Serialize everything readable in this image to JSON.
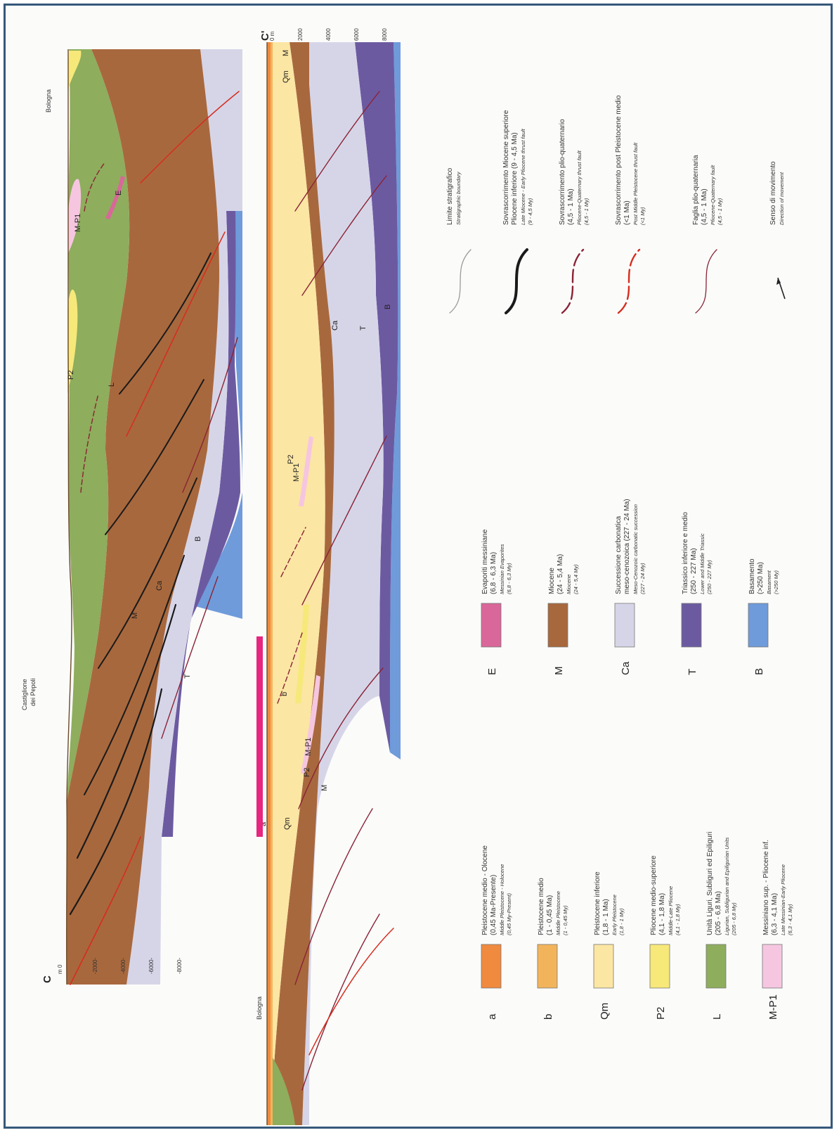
{
  "sections": {
    "upper": {
      "start_label": "C",
      "end_label": "",
      "depth_ticks": [
        "m 0",
        "-2000-",
        "-4000-",
        "-6000-",
        "-8000-"
      ],
      "places": [
        {
          "name": "Castiglione",
          "name2": "dei Pepoli"
        },
        {
          "name": "Bologna",
          "name2": ""
        }
      ],
      "unit_labels": [
        "M",
        "Ca",
        "T",
        "B",
        "L",
        "P2",
        "M-P1",
        "E"
      ]
    },
    "lower": {
      "start_label": "",
      "end_label": "C'",
      "depth_ticks": [
        "0 m",
        "2000",
        "4000",
        "6000",
        "8000"
      ],
      "places": [
        {
          "name": "Bologna",
          "name2": ""
        }
      ],
      "unit_labels": [
        "a",
        "b",
        "Qm",
        "P2",
        "M-P1",
        "M",
        "Qm",
        "M",
        "M-P1",
        "P2",
        "Ca",
        "T",
        "B"
      ]
    }
  },
  "legend_units_left": [
    {
      "code": "a",
      "color": "#ef8a3e",
      "it": "Pleistocene medio - Olocene",
      "it2": "(0,45 Ma-Presente)",
      "en": "Middle Pleistocene - Holocene",
      "en2": "(0,45 My-Present)"
    },
    {
      "code": "b",
      "color": "#f2b45b",
      "it": "Pleistocene medio",
      "it2": "(1 - 0,45 Ma)",
      "en": "Middle Pleistocene",
      "en2": "(1 - 0,45 My)"
    },
    {
      "code": "Qm",
      "color": "#fbe6a3",
      "it": "Pleistocene inferiore",
      "it2": "(1,8 - 1 Ma)",
      "en": "Early Pleistocene",
      "en2": "(1,8 - 1 My)"
    },
    {
      "code": "P2",
      "color": "#f7e87a",
      "it": "Pliocene medio-superiore",
      "it2": "(4,1 - 1,8 Ma)",
      "en": "Middle-Late Pliocene",
      "en2": "(4,1 - 1,8 My)"
    },
    {
      "code": "L",
      "color": "#8ead5d",
      "it": "Unità Liguri, Subliguri ed Epiliguri",
      "it2": "(205 - 6,8 Ma)",
      "en": "Ligurian, Subligurian and Epiligurian Units",
      "en2": "(205 - 6,8 My)"
    },
    {
      "code": "M-P1",
      "color": "#f6c6e0",
      "it": "Messiniano sup. - Pliocene inf.",
      "it2": "(6,3 - 4,1 Ma)",
      "en": "Late Messinian-Early Pliocene",
      "en2": "(6,3 - 4,1 My)"
    }
  ],
  "legend_units_mid": [
    {
      "code": "E",
      "color": "#d9679a",
      "it": "Evaporiti messiniane",
      "it2": "(6,8 - 6,3 Ma)",
      "en": "Messinian Evaporites",
      "en2": "(6,8 - 6,3 My)"
    },
    {
      "code": "M",
      "color": "#a8683d",
      "it": "Miocene",
      "it2": "(24 - 5,4 Ma)",
      "en": "Miocene",
      "en2": "(24 - 5,4 My)"
    },
    {
      "code": "Ca",
      "color": "#d6d5e8",
      "it": "Successione carbonatica",
      "it2": "meso-cenozoica (227 - 24 Ma)",
      "en": "Meso-Cenozoic carbonatic succession",
      "en2": "(227 - 24 My)"
    },
    {
      "code": "T",
      "color": "#6c5aa1",
      "it": "Triassico inferiore e medio",
      "it2": "(250 - 227 Ma)",
      "en": "Lower and Middle Triassic",
      "en2": "(250 - 227 My)"
    },
    {
      "code": "B",
      "color": "#6f9bdb",
      "it": "Basamento",
      "it2": "(>250 Ma)",
      "en": "Basament",
      "en2": "(>250 My)"
    }
  ],
  "legend_lines": [
    {
      "it": "Limite stratigrafico",
      "it2": "",
      "en": "Stratigraphic boundary",
      "en2": "",
      "color": "#9a9a9a",
      "style": "thin"
    },
    {
      "it": "Sovrascorrimento Miocene superiore",
      "it2": "Pliocene inferiore (9 - 4,5 Ma)",
      "en": "Late Miocene - Early Pliocene thrust fault",
      "en2": "(9 - 4,5 My)",
      "color": "#1a1a1a",
      "style": "thick"
    },
    {
      "it": "Sovrascorrimento plio-quaternario",
      "it2": "(4,5 - 1 Ma)",
      "en": "Pliocene-Quaternary thrust fault",
      "en2": "(4,5 - 1 My)",
      "color": "#8a2335",
      "style": "medium"
    },
    {
      "it": "Sovrascorrimento post Pleistocene medio",
      "it2": "(<1 Ma)",
      "en": "Post Middle Pleistocene thrust fault",
      "en2": "(<1 My)",
      "color": "#d62d1e",
      "style": "medium"
    },
    {
      "it": "Faglia plio-quaternaria",
      "it2": "(4,5 - 1 Ma)",
      "en": "Pliocene-Quaternary fault",
      "en2": "(4,5 - 1 My)",
      "color": "#8a2335",
      "style": "thin"
    },
    {
      "it": "Senso di movimento",
      "it2": "",
      "en": "Direction of movement",
      "en2": "",
      "color": "#222222",
      "style": "arrow"
    }
  ],
  "colors": {
    "a": "#ef8a3e",
    "b": "#f2b45b",
    "Qm": "#fbe6a3",
    "P2": "#f7e87a",
    "L": "#8ead5d",
    "MP1": "#f6c6e0",
    "E": "#d9679a",
    "M": "#a8683d",
    "Ca": "#d6d5e8",
    "T": "#6c5aa1",
    "B": "#6f9bdb",
    "frame": "#36587a",
    "scalebar": "#e6267f"
  }
}
